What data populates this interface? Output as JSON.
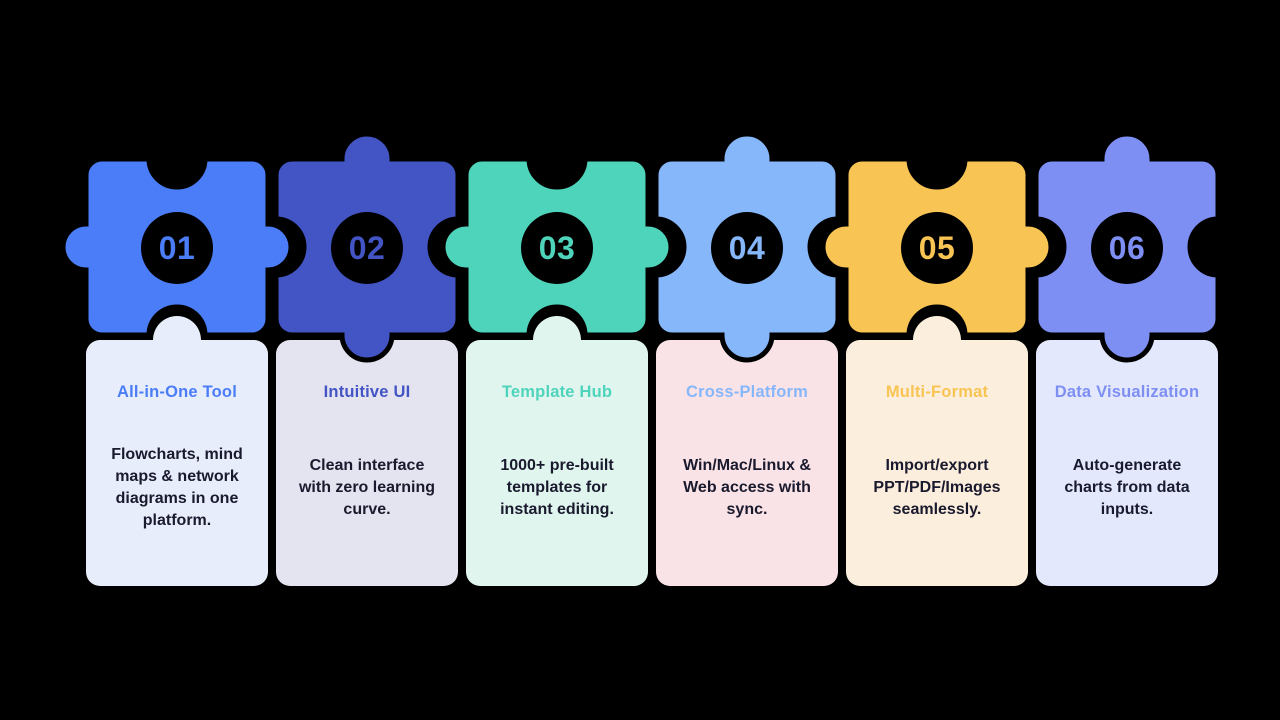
{
  "canvas": {
    "background": "#000000",
    "description_text_color": "#1A1A2E"
  },
  "pieces": [
    {
      "number": "01",
      "title": "All-in-One Tool",
      "description": "Flowcharts, mind\nmaps & network\ndiagrams in one\nplatform.",
      "color": "#4A7DF7",
      "card_color": "#E8EDFB"
    },
    {
      "number": "02",
      "title": "Intuitive UI",
      "description": "Clean interface\nwith zero learning\ncurve.",
      "color": "#4355C5",
      "card_color": "#E4E4F0"
    },
    {
      "number": "03",
      "title": "Template Hub",
      "description": "1000+ pre-built\ntemplates for\ninstant editing.",
      "color": "#4FD4BC",
      "card_color": "#E1F5EF"
    },
    {
      "number": "04",
      "title": "Cross-Platform",
      "description": "Win/Mac/Linux &\nWeb access with\nsync.",
      "color": "#86B7FA",
      "card_color": "#FAE3E6"
    },
    {
      "number": "05",
      "title": "Multi-Format",
      "description": "Import/export\nPPT/PDF/Images\nseamlessly.",
      "color": "#F8C453",
      "card_color": "#FCEEDC"
    },
    {
      "number": "06",
      "title": "Data Visualization",
      "description": "Auto-generate\ncharts from data\ninputs.",
      "color": "#7E8FF4",
      "card_color": "#E3E8FC"
    }
  ]
}
